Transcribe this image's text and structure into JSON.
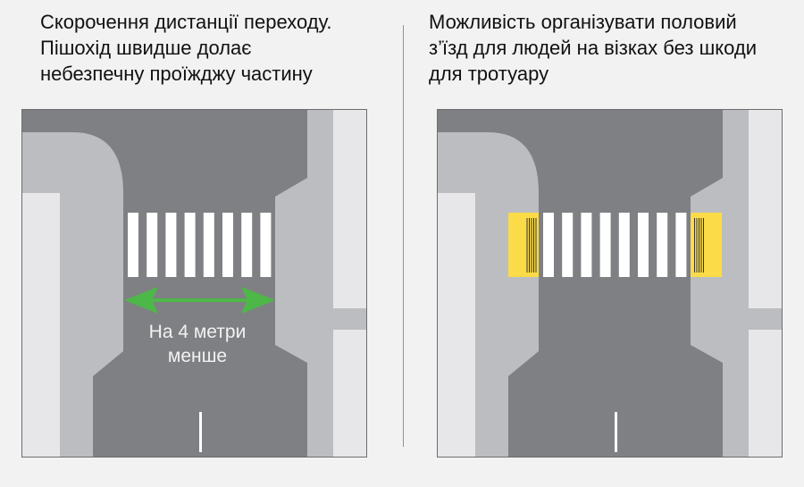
{
  "left": {
    "caption": [
      "Скорочення дистанції переходу.",
      "Пішохід швидше долає",
      "небезпечну проїжджу частину"
    ],
    "arrow_label": [
      "На 4 метри",
      "менше"
    ]
  },
  "right": {
    "caption": [
      "Можливість організувати половий",
      "з’їзд для людей на візках без шкоди",
      "для тротуару"
    ]
  },
  "colors": {
    "road": "#7f8083",
    "sidewalk": "#bcbdc0",
    "building": "#e7e7e9",
    "stripe": "#ffffff",
    "arrow": "#4db848",
    "tactile": "#fbdc48",
    "divider": "#6b9bd2"
  }
}
